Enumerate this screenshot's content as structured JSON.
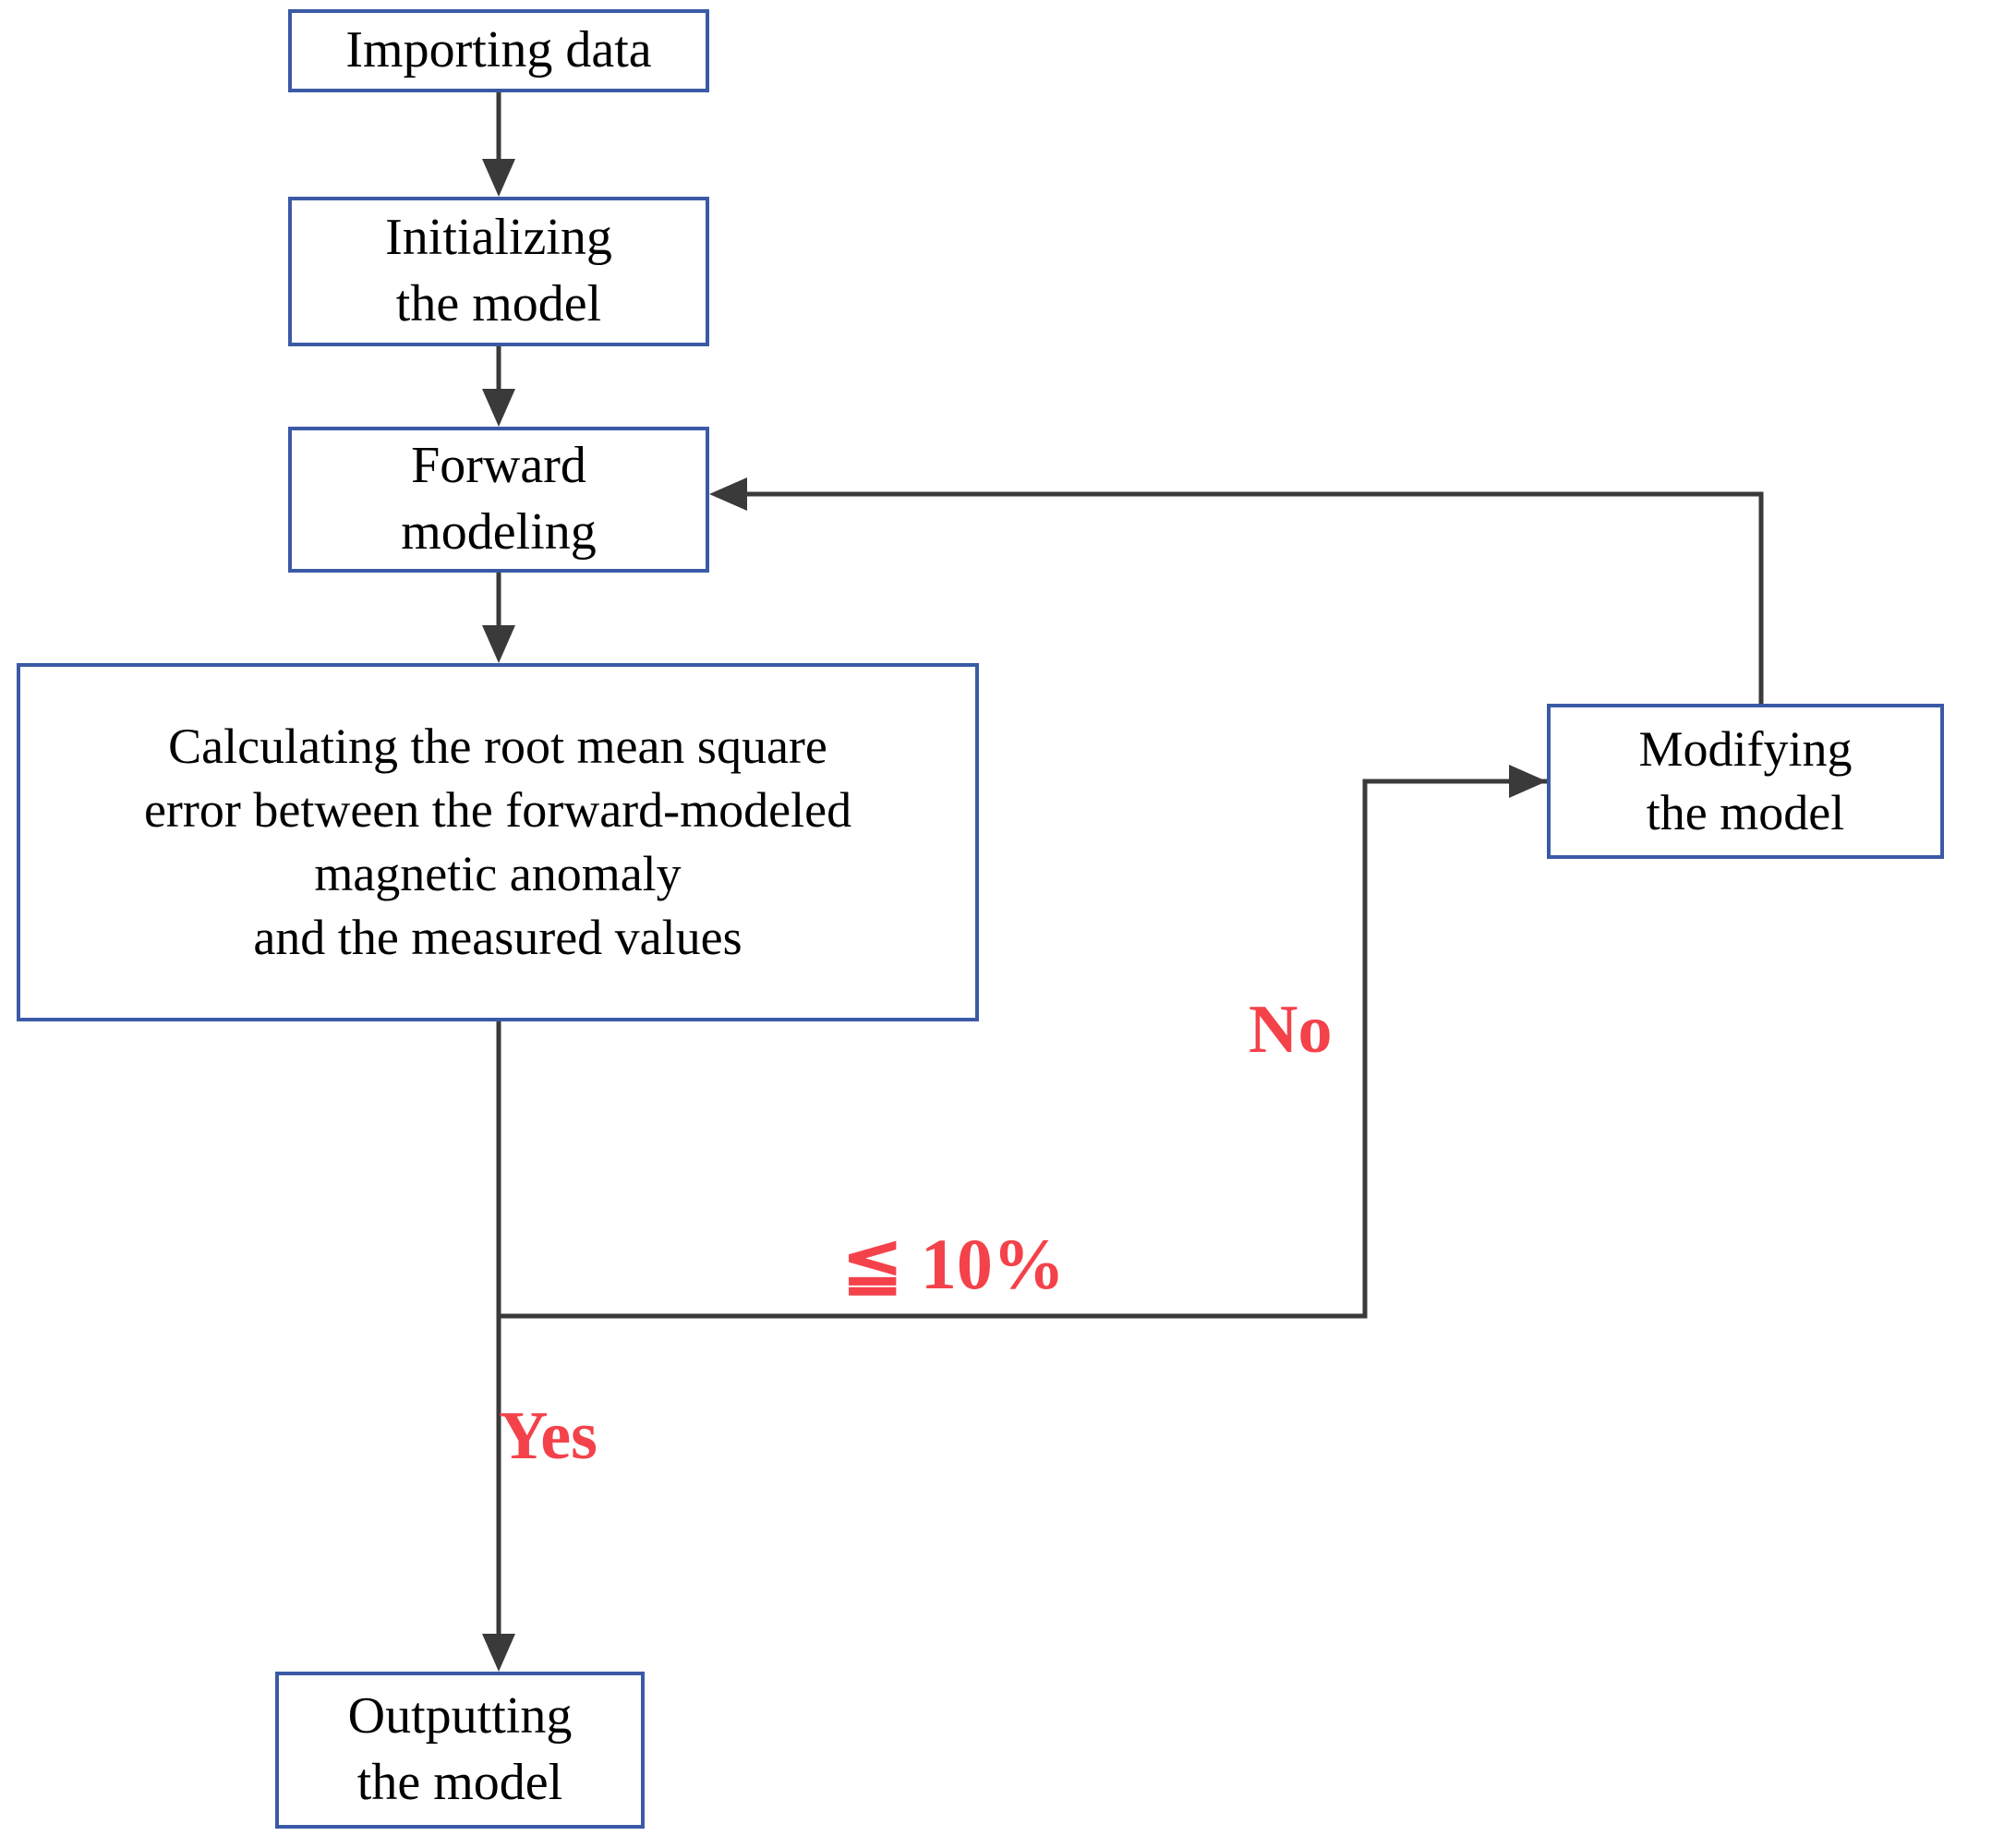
{
  "diagram": {
    "title": "Magnetic anomaly inversion workflow flowchart",
    "type": "flowchart",
    "box_border_color": "#3b5aa6",
    "connector_color": "#3a3a3a",
    "label_color": "#f4424a",
    "nodes": [
      {
        "id": "import",
        "label": "Importing data"
      },
      {
        "id": "initialize",
        "label": "Initializing\nthe model"
      },
      {
        "id": "forward",
        "label": "Forward\nmodeling"
      },
      {
        "id": "calculate",
        "label": "Calculating the root mean square\nerror between the forward-modeled\nmagnetic anomaly\nand the measured values"
      },
      {
        "id": "modify",
        "label": "Modifying\nthe model"
      },
      {
        "id": "output",
        "label": "Outputting\nthe model"
      }
    ],
    "edge_labels": {
      "no": "No",
      "threshold": "≦ 10%",
      "yes": "Yes"
    },
    "edges": [
      {
        "from": "import",
        "to": "initialize",
        "label": ""
      },
      {
        "from": "initialize",
        "to": "forward",
        "label": ""
      },
      {
        "from": "forward",
        "to": "calculate",
        "label": ""
      },
      {
        "from": "calculate",
        "to": "modify",
        "label": "≦ 10%"
      },
      {
        "from": "modify",
        "to": "forward",
        "label": "No"
      },
      {
        "from": "calculate",
        "to": "output",
        "label": "Yes"
      }
    ]
  }
}
